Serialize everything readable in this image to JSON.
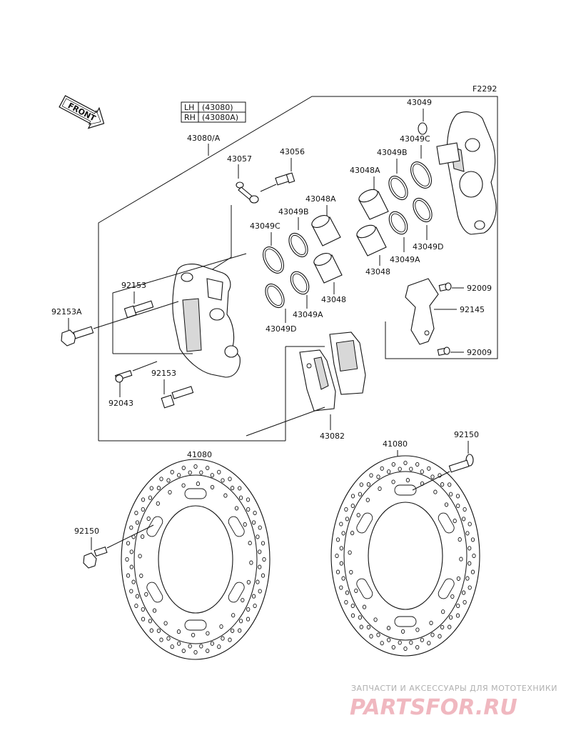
{
  "figure_code": "F2292",
  "front_label": "FRONT",
  "legend": {
    "rows": [
      {
        "side": "LH",
        "part": "(43080)"
      },
      {
        "side": "RH",
        "part": "(43080A)"
      }
    ]
  },
  "labels": {
    "caliper_assy": "43080/A",
    "bleeder_cap": "43057",
    "bleeder_valve": "43056",
    "piston_a_left": "43048A",
    "piston_left": "43048",
    "seal_b_left": "43049B",
    "seal_c_left": "43049C",
    "seal_a_left": "43049A",
    "seal_d_left": "43049D",
    "bolt_92153": "92153",
    "bolt_92153a": "92153A",
    "bolt_92153_lower": "92153",
    "pin_92043": "92043",
    "pads": "43082",
    "seal_top_right": "43049",
    "seal_c_right": "43049C",
    "seal_b_right": "43049B",
    "piston_a_right": "43048A",
    "seal_d_right": "43049D",
    "seal_a_right": "43049A",
    "piston_right": "43048",
    "screw_upper": "92009",
    "spring": "92145",
    "screw_lower": "92009",
    "disc_left": "41080",
    "disc_right": "41080",
    "disc_bolt_left": "92150",
    "disc_bolt_right": "92150"
  },
  "watermark": {
    "tagline": "ЗАПЧАСТИ И АКСЕССУАРЫ ДЛЯ МОТОТЕХНИКИ",
    "brand": "PARTSFOR.RU"
  }
}
